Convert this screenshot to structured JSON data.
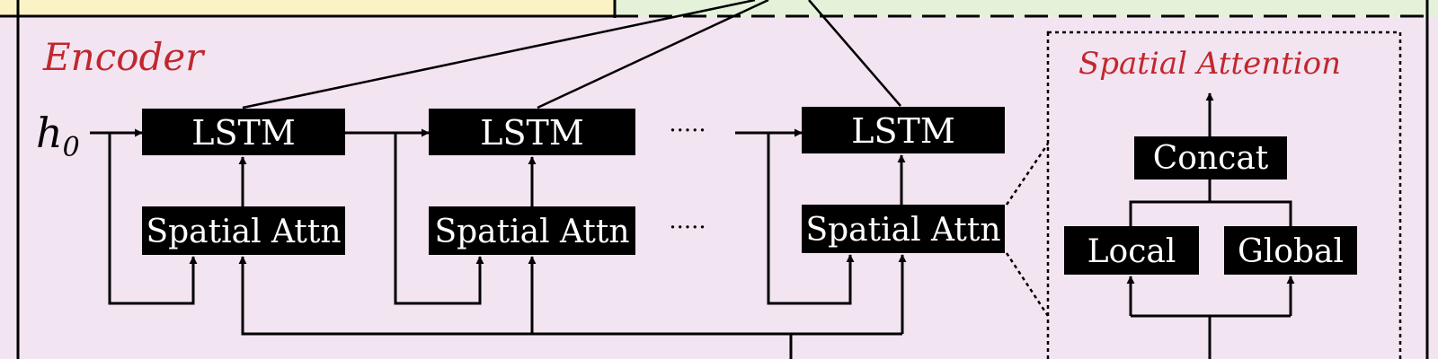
{
  "encoder": {
    "title": "Encoder",
    "initial_state": "h",
    "initial_state_subscript": "0",
    "steps": [
      {
        "lstm_label": "LSTM",
        "attn_label": "Spatial Attn"
      },
      {
        "lstm_label": "LSTM",
        "attn_label": "Spatial Attn"
      },
      {
        "lstm_label": "LSTM",
        "attn_label": "Spatial Attn"
      }
    ],
    "ellipsis": "·····"
  },
  "spatial_attention": {
    "title": "Spatial Attention",
    "concat_label": "Concat",
    "local_label": "Local",
    "global_label": "Global"
  },
  "colors": {
    "encoder_bg": "#f3e4f2",
    "top_left_bg": "#fbf3c6",
    "top_right_bg": "#e3f2d9",
    "block_fill": "#000000",
    "block_text": "#ffffff",
    "title_red": "#c0282d",
    "line": "#000000"
  }
}
